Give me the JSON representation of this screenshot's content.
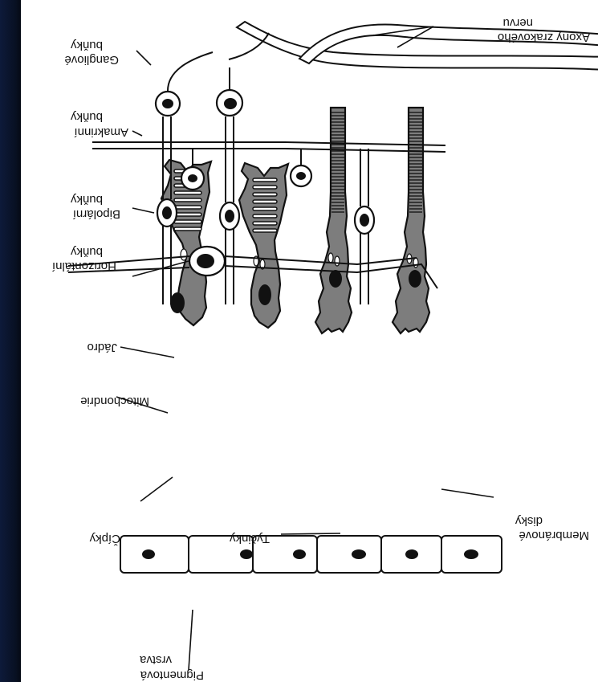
{
  "diagram": {
    "labels": {
      "axony_line1": "Axony zrakového",
      "axony_line2": "nervu",
      "ganglion_line1": "Gangliové",
      "ganglion_line2": "buňky",
      "amakrin_line1": "Amakrinní",
      "amakrin_line2": "buňky",
      "bipolar_line1": "Bipolární",
      "bipolar_line2": "buňky",
      "horiz_line1": "Horizontální",
      "horiz_line2": "buňky",
      "jadro": "Jádro",
      "mito": "Mitochondrie",
      "cipky": "Čípky",
      "tycinky": "Tyčinky",
      "membr_line1": "Membránové",
      "membr_line2": "disky",
      "pigment_line1": "Pigmentová",
      "pigment_line2": "vrstva"
    },
    "orientation": "rotated 180°",
    "colors": {
      "background": "#000000",
      "panel": "#ffffff",
      "receptor_fill": "#7d7d7d",
      "ink": "#111111"
    }
  }
}
